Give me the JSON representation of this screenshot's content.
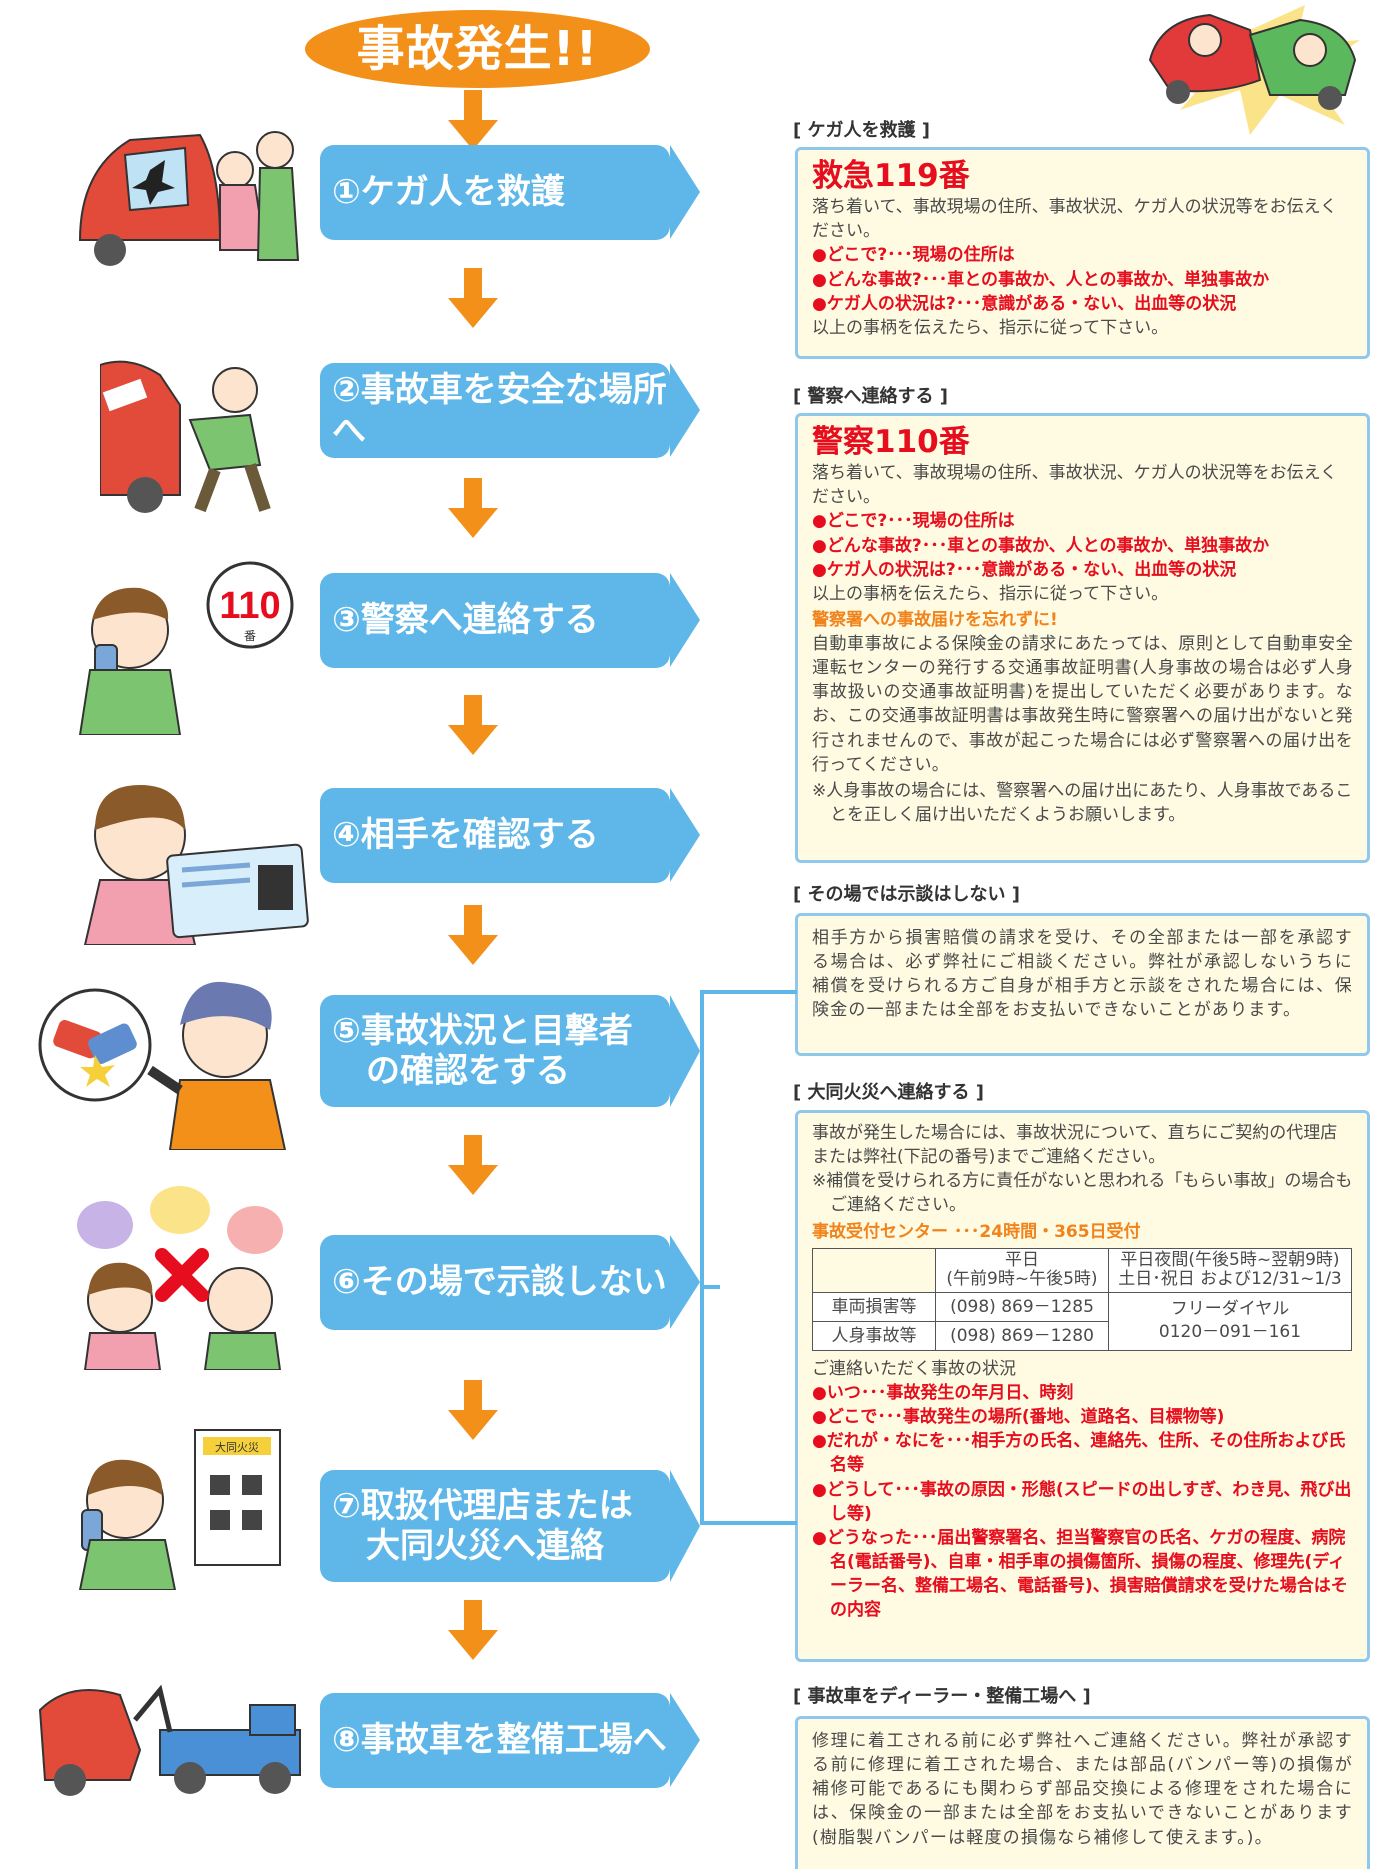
{
  "title": "事故発生!!",
  "steps": [
    {
      "label": "①ケガ人を救護"
    },
    {
      "label": "②事故車を安全な場所へ"
    },
    {
      "label": "③警察へ連絡する"
    },
    {
      "label": "④相手を確認する"
    },
    {
      "label_line1": "⑤事故状況と目撃者",
      "label_line2": "の確認をする"
    },
    {
      "label": "⑥その場で示談しない"
    },
    {
      "label_line1": "⑦取扱代理店または",
      "label_line2": "大同火災へ連絡"
    },
    {
      "label": "⑧事故車を整備工場へ"
    }
  ],
  "icons": {
    "badge_110": "110",
    "badge_110_sub": "番",
    "building_sign": "大同火災"
  },
  "sections": {
    "rescue": {
      "heading": "[ ケガ人を救護 ]",
      "big": "救急119番",
      "intro": "落ち着いて、事故現場の住所、事故状況、ケガ人の状況等をお伝えください。",
      "bullets": [
        "●どこで?･･･現場の住所は",
        "●どんな事故?･･･車との事故か、人との事故か、単独事故か",
        "●ケガ人の状況は?･･･意識がある・ない、出血等の状況"
      ],
      "outro": "以上の事柄を伝えたら、指示に従って下さい。"
    },
    "police": {
      "heading": "[ 警察へ連絡する ]",
      "big": "警察110番",
      "intro": "落ち着いて、事故現場の住所、事故状況、ケガ人の状況等をお伝えください。",
      "bullets": [
        "●どこで?･･･現場の住所は",
        "●どんな事故?･･･車との事故か、人との事故か、単独事故か",
        "●ケガ人の状況は?･･･意識がある・ない、出血等の状況"
      ],
      "outro": "以上の事柄を伝えたら、指示に従って下さい。",
      "sub_heading": "警察署への事故届けを忘れずに!",
      "body": "自動車事故による保険金の請求にあたっては、原則として自動車安全運転センターの発行する交通事故証明書(人身事故の場合は必ず人身事故扱いの交通事故証明書)を提出していただく必要があります。なお、この交通事故証明書は事故発生時に警察署への届け出がないと発行されませんので、事故が起こった場合には必ず警察署への届け出を行ってください。",
      "note": "※人身事故の場合には、警察署への届け出にあたり、人身事故であることを正しく届け出いただくようお願いします。"
    },
    "no_settle": {
      "heading": "[ その場では示談はしない ]",
      "body": "相手方から損害賠償の請求を受け、その全部または一部を承認する場合は、必ず弊社にご相談ください。弊社が承認しないうちに補償を受けられる方ご自身が相手方と示談をされた場合には、保険金の一部または全部をお支払いできないことがあります。"
    },
    "contact": {
      "heading": "[ 大同火災へ連絡する ]",
      "body": "事故が発生した場合には、事故状況について、直ちにご契約の代理店または弊社(下記の番号)までご連絡ください。",
      "note": "※補償を受けられる方に責任がないと思われる「もらい事故」の場合もご連絡ください。",
      "center": "事故受付センター ･･･24時間・365日受付",
      "table": {
        "col1_line1": "平日",
        "col1_line2": "(午前9時~午後5時)",
        "col2_line1": "平日夜間(午後5時~翌朝9時)",
        "col2_line2": "土日･祝日 および12/31~1/3",
        "row1_label": "車両損害等",
        "row1_phone": "(098) 869－1285",
        "row2_label": "人身事故等",
        "row2_phone": "(098) 869－1280",
        "free_label": "フリーダイヤル",
        "free_number": "0120－091－161"
      },
      "list_title": "ご連絡いただく事故の状況",
      "bullets": [
        "●いつ･･･事故発生の年月日、時刻",
        "●どこで･･･事故発生の場所(番地、道路名、目標物等)",
        "●だれが・なにを･･･相手方の氏名、連絡先、住所、その住所および氏名等",
        "●どうして･･･事故の原因・形態(スピードの出しすぎ、わき見、飛び出し等)",
        "●どうなった･･･届出警察署名、担当警察官の氏名、ケガの程度、病院名(電話番号)、自車・相手車の損傷箇所、損傷の程度、修理先(ディーラー名、整備工場名、電話番号)、損害賠償請求を受けた場合はその内容"
      ]
    },
    "repair": {
      "heading": "[ 事故車をディーラー・整備工場へ ]",
      "body": "修理に着工される前に必ず弊社へご連絡ください。弊社が承認する前に修理に着工された場合、または部品(バンパー等)の損傷が補修可能であるにも関わらず部品交換による修理をされた場合には、保険金の一部または全部をお支払いできないことがあります(樹脂製バンパーは軽度の損傷なら補修して使えます。)。"
    }
  }
}
